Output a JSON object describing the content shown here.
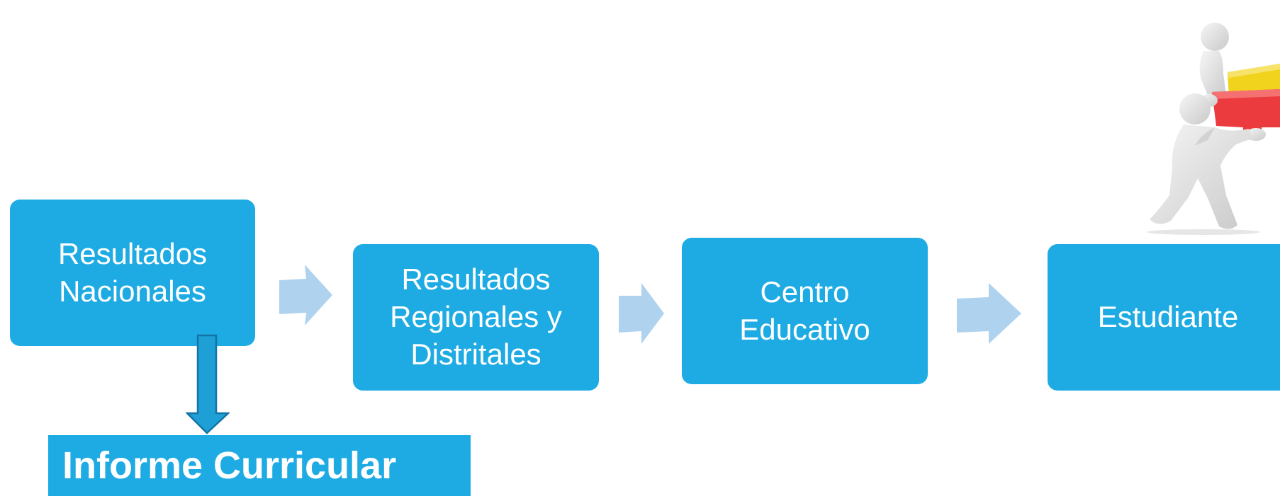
{
  "diagram": {
    "boxes": [
      {
        "label": "Resultados\nNacionales"
      },
      {
        "label": "Resultados\nRegionales y\nDistritales"
      },
      {
        "label": "Centro\nEducativo"
      },
      {
        "label": "Estudiante"
      }
    ],
    "report": {
      "label": "Informe Curricular"
    }
  },
  "colors": {
    "box_fill": "#1eabe3",
    "arrow_fill": "#afd3ef",
    "down_arrow_fill": "#1e9fd6",
    "down_arrow_stroke": "#1274a6",
    "text": "#ffffff"
  },
  "illustration": {
    "icon": "puzzle-teamwork-figures-icon"
  }
}
